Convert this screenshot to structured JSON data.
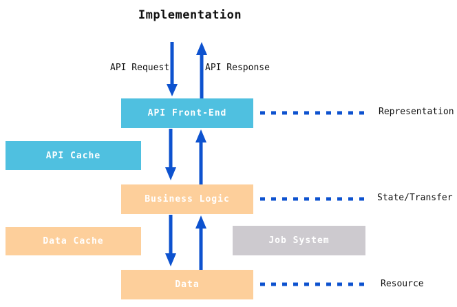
{
  "title": "Implementation",
  "flow_labels": {
    "request": "API Request",
    "response": "API Response"
  },
  "boxes": [
    {
      "id": "api-front-end",
      "label": "API Front-End"
    },
    {
      "id": "api-cache",
      "label": "API Cache"
    },
    {
      "id": "business-logic",
      "label": "Business Logic"
    },
    {
      "id": "data-cache",
      "label": "Data Cache"
    },
    {
      "id": "job-system",
      "label": "Job System"
    },
    {
      "id": "data",
      "label": "Data"
    }
  ],
  "layer_labels": [
    {
      "id": "representation",
      "label": "Representation"
    },
    {
      "id": "state-transfer",
      "label": "State/Transfer"
    },
    {
      "id": "resource",
      "label": "Resource"
    }
  ],
  "colors": {
    "blue_box": "#4fc0e0",
    "orange_box": "#fdcf9b",
    "gray_box": "#cdcacf",
    "arrow_blue": "#0d52cf",
    "box_text": "#ffffff",
    "label_text": "#111111"
  }
}
